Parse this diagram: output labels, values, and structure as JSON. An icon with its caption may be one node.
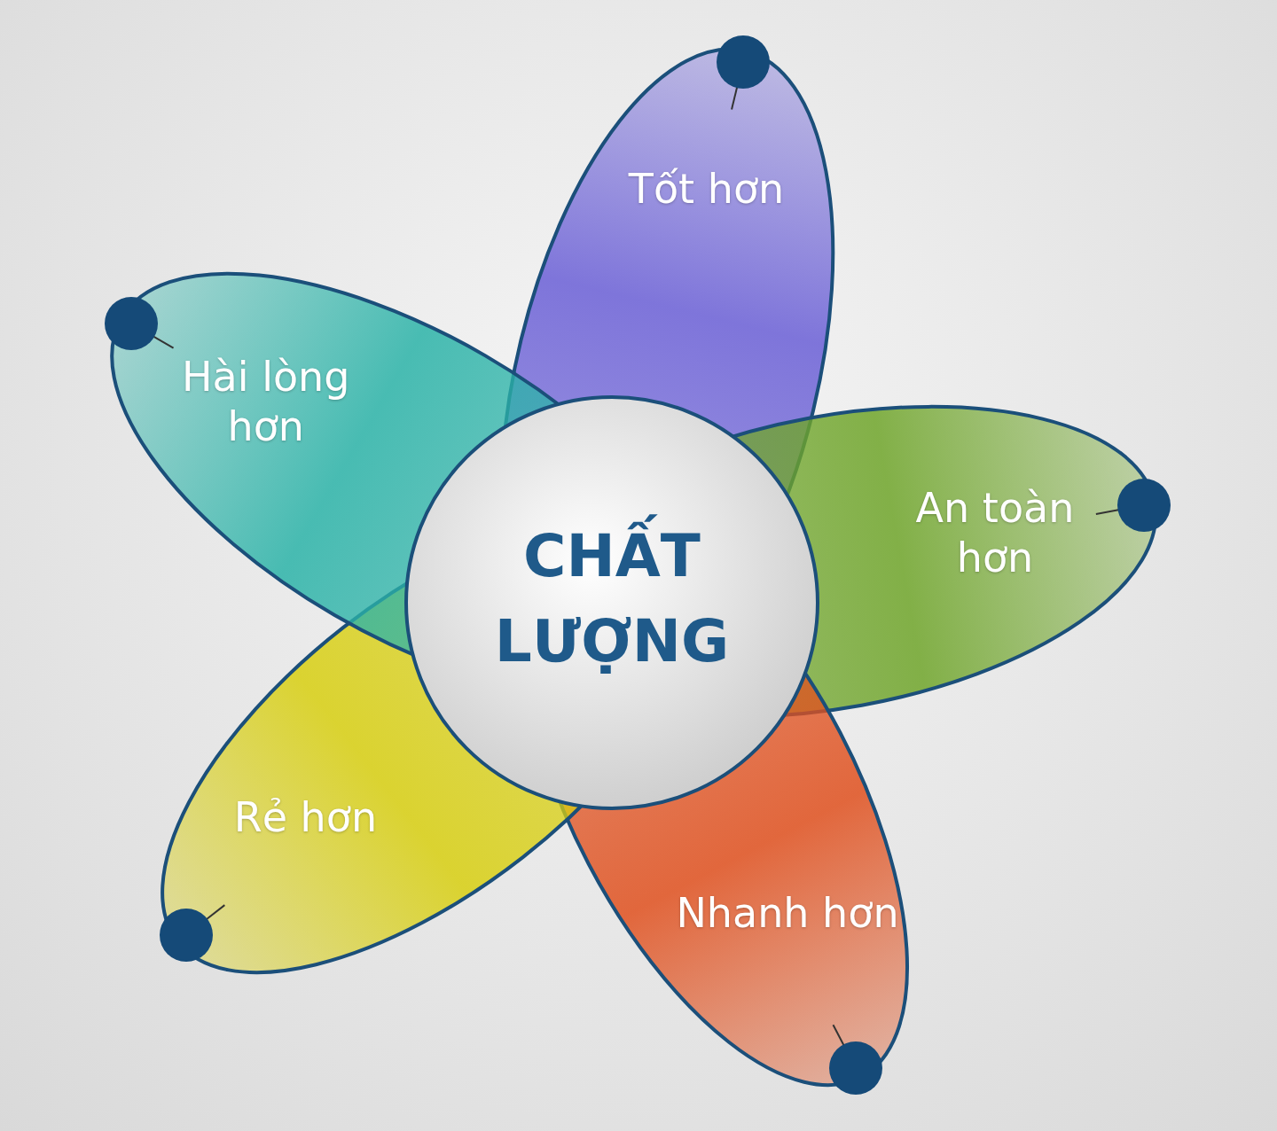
{
  "diagram": {
    "nodes": [
      {
        "text": [
          "CHẤT LƯỢNG"
        ]
      },
      {
        "text": [
          "Tốt hơn"
        ]
      },
      {
        "text": [
          "An toàn hơn"
        ]
      },
      {
        "text": [
          "Nhanh hơn"
        ]
      },
      {
        "text": [
          "Rẻ hơn"
        ]
      },
      {
        "text": [
          "Hài lòng hơn"
        ]
      }
    ]
  }
}
